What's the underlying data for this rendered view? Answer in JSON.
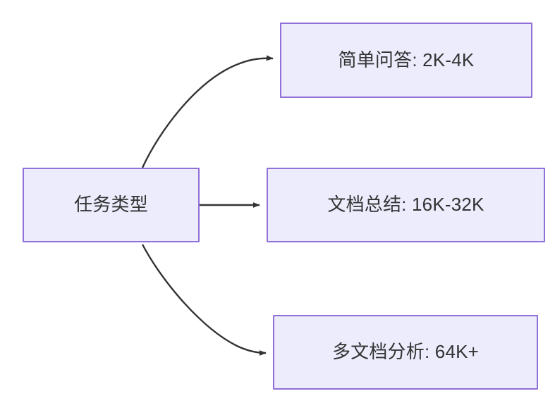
{
  "diagram": {
    "type": "flowchart",
    "orientation": "left-to-right",
    "background_color": "#ffffff",
    "node_fill_color": "#ececfd",
    "node_border_color": "#9170d8",
    "node_text_color": "#333333",
    "edge_color": "#333333",
    "root": {
      "id": "root",
      "label": "任务类型"
    },
    "branches": [
      {
        "id": "simple-qa",
        "label": "简单问答: 2K-4K",
        "edge_style": "curved"
      },
      {
        "id": "doc-summary",
        "label": "文档总结: 16K-32K",
        "edge_style": "straight"
      },
      {
        "id": "multi-doc",
        "label": "多文档分析: 64K+",
        "edge_style": "curved"
      }
    ]
  }
}
